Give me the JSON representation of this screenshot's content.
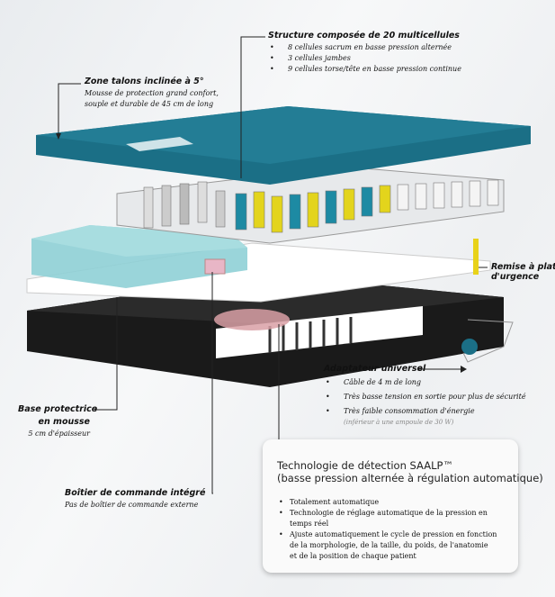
{
  "callouts": {
    "zone_talons": {
      "title": "Zone talons inclinée à 5°",
      "lines": [
        "Mousse de protection grand confort,",
        "souple et durable de 45 cm de long"
      ]
    },
    "structure": {
      "title": "Structure composée de 20 multicellules",
      "items": [
        "8 cellules sacrum en basse pression alternée",
        "3 cellules jambes",
        "9 cellules torse/tête en basse pression continue"
      ]
    },
    "remise": {
      "title_line1": "Remise à plat",
      "title_line2": "d'urgence"
    },
    "adaptateur": {
      "title": "Adaptateur universel",
      "items": [
        "Câble de 4 m de long",
        "Très basse tension en sortie pour plus de sécurité",
        "Très faible consommation d'énergie"
      ],
      "note": "(inférieur à une ampoule de 30 W)"
    },
    "base": {
      "title_line1": "Base protectrice",
      "title_line2": "en mousse",
      "sub": "5 cm d'épaisseur"
    },
    "boitier": {
      "title": "Boîtier de commande intégré",
      "sub": "Pas de boîtier de commande externe"
    }
  },
  "saalp_box": {
    "title_line1": "Technologie de détection SAALP™",
    "title_line2": "(basse pression alternée à régulation automatique)",
    "items": [
      "Totalement automatique",
      "Technologie de réglage automatique de la pression en temps réel",
      "Ajuste automatiquement le cycle de pression en fonction\nde la morphologie, de la taille, du poids, de l'anatomie\net de la position de chaque patient"
    ]
  },
  "colors": {
    "teal": "#1b6f86",
    "light_teal": "#7fc7cf",
    "base_black": "#1a1a1a",
    "cell_yellow": "#e3d41c",
    "cell_teal": "#1d8aa3"
  }
}
